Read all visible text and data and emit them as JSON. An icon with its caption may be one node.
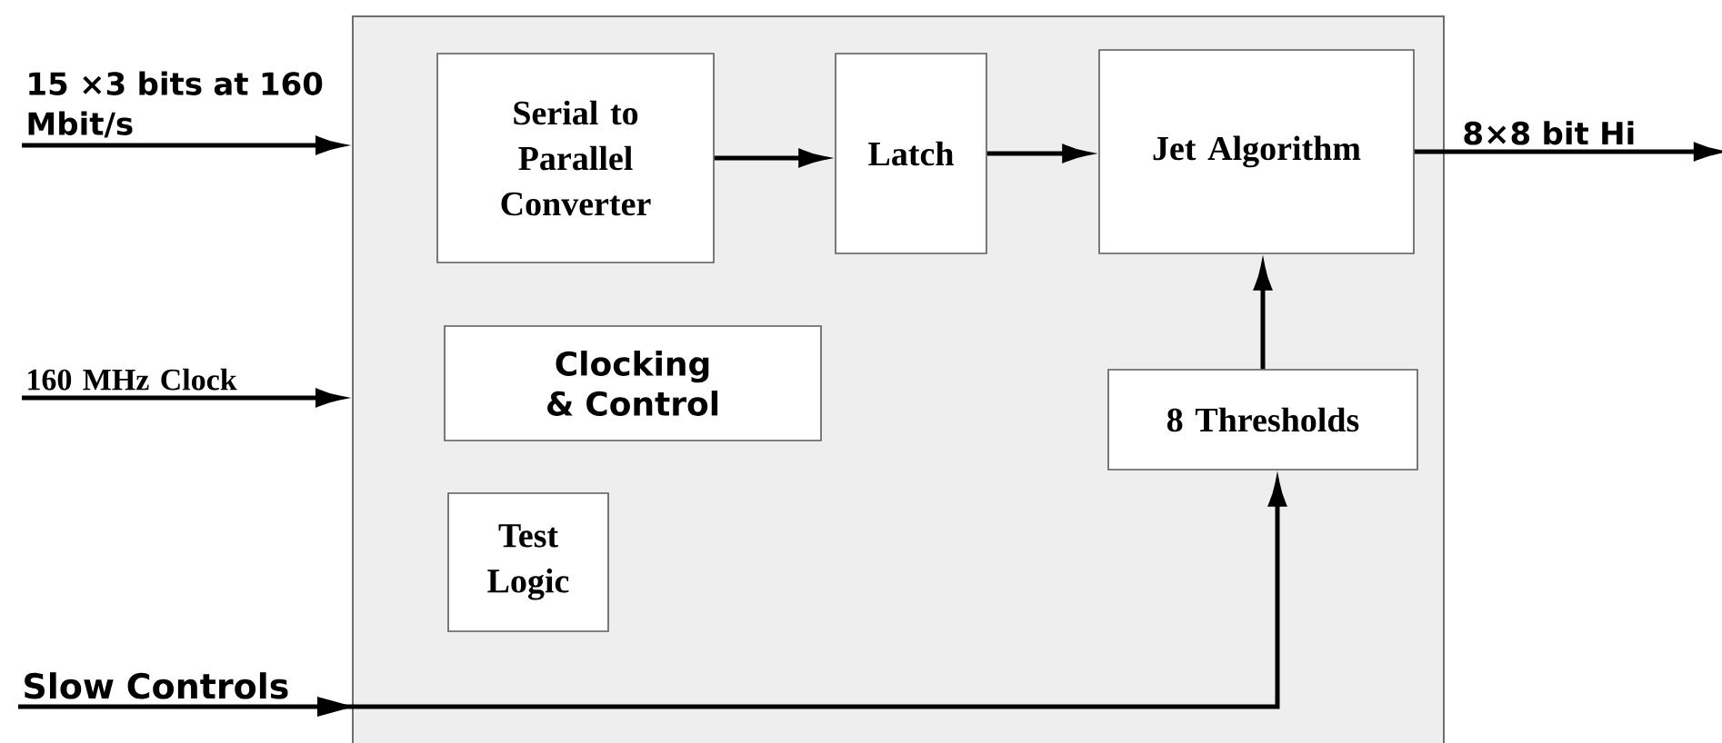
{
  "diagram": {
    "nodes": [
      {
        "text": [],
        "shape": "box"
      },
      {
        "text": [
          "Serial to Parallel Converter"
        ],
        "in": 0
      },
      {
        "text": [
          "Latch"
        ],
        "in": 0
      },
      {
        "text": [
          "Jet Algorithm"
        ],
        "in": 0
      },
      {
        "text": [
          "Clocking & Control"
        ],
        "in": 0
      },
      {
        "text": [
          "8 Thresholds"
        ],
        "in": 0
      },
      {
        "text": [
          "Test Logic"
        ],
        "in": 0
      },
      {
        "text": [
          "15 ×3 bits at 160 Mbit/s"
        ]
      },
      {
        "text": [
          "160 MHz Clock"
        ]
      },
      {
        "text": [
          "Slow Controls"
        ]
      },
      {
        "text": [
          "8×8 bit Hi"
        ]
      }
    ],
    "edges": [
      {
        "from": 7,
        "to": 0,
        "arrow": "to"
      },
      {
        "from": 8,
        "to": 0,
        "arrow": "to"
      },
      {
        "from": 9,
        "to": 5,
        "arrow": "to"
      },
      {
        "from": 1,
        "to": 2,
        "arrow": "to"
      },
      {
        "from": 2,
        "to": 3,
        "arrow": "to"
      },
      {
        "from": 5,
        "to": 3,
        "arrow": "to"
      },
      {
        "from": 3,
        "to": 10,
        "arrow": "to"
      }
    ]
  }
}
